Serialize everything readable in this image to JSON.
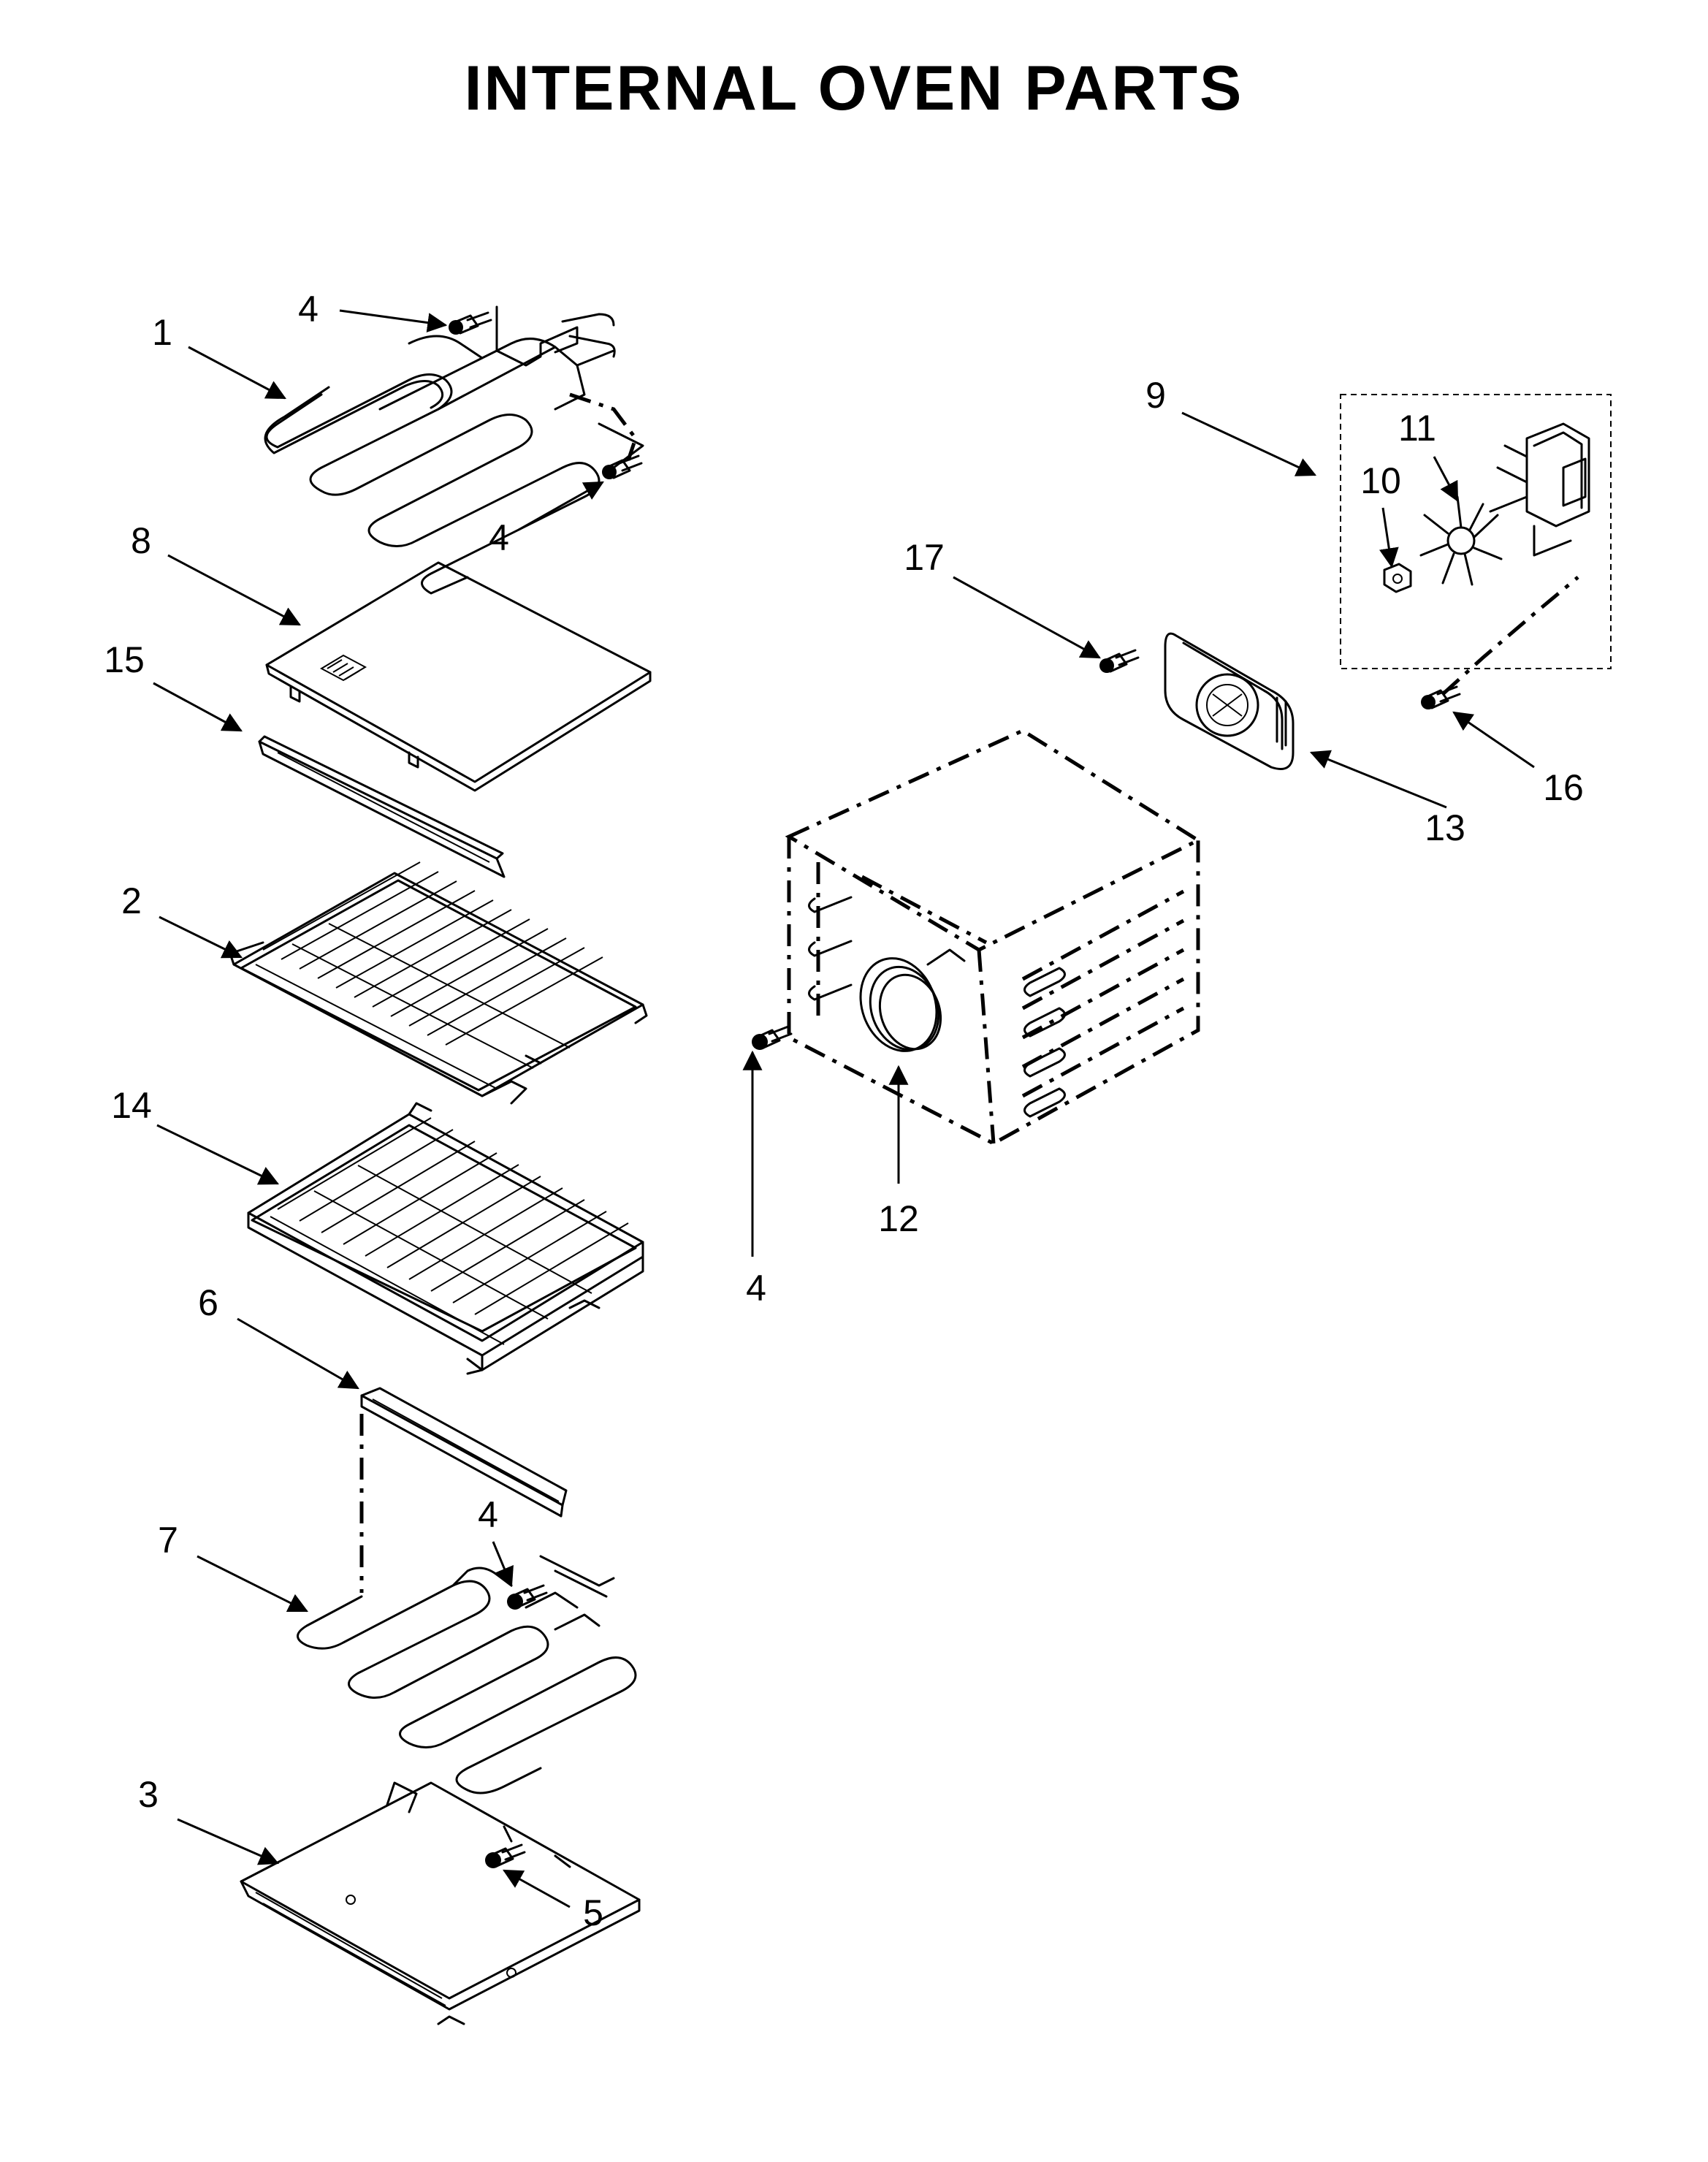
{
  "title": "INTERNAL OVEN PARTS",
  "callouts": {
    "c1": "1",
    "c2": "2",
    "c3": "3",
    "c4a": "4",
    "c4b": "4",
    "c4c": "4",
    "c4d": "4",
    "c5": "5",
    "c6": "6",
    "c7": "7",
    "c8": "8",
    "c9": "9",
    "c10": "10",
    "c11": "11",
    "c12": "12",
    "c13": "13",
    "c14": "14",
    "c15": "15",
    "c16": "16",
    "c17": "17"
  }
}
